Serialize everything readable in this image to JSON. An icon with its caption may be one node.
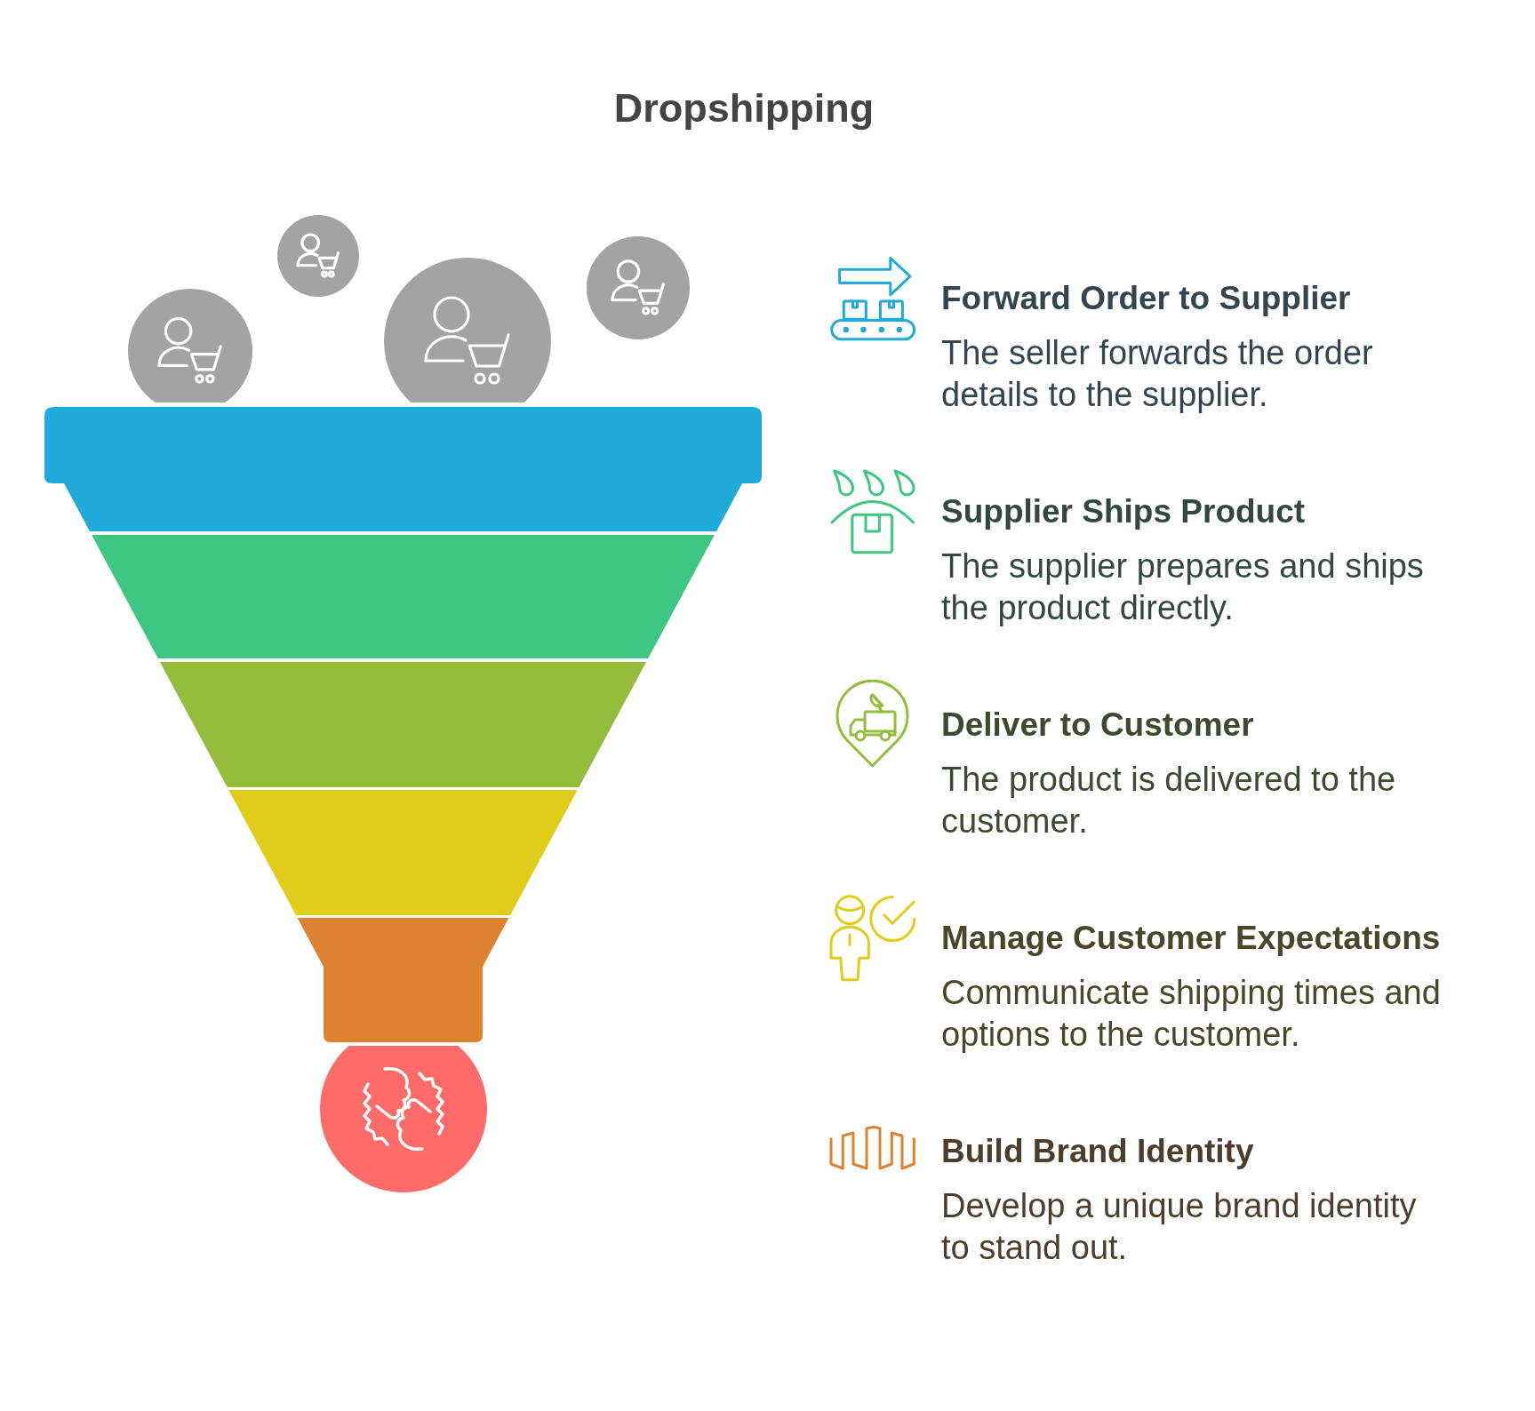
{
  "diagram": {
    "title": "Dropshipping",
    "labels": [
      "Forward Order to Supplier",
      "The seller forwards the order details to the supplier.",
      "Supplier Ships Product",
      "The supplier prepares and ships the product directly.",
      "Deliver to Customer",
      "The product is delivered to the customer.",
      "Manage Customer Expectations",
      "Communicate shipping times and options to the customer.",
      "Build Brand Identity",
      "Develop a unique brand identity to stand out."
    ]
  }
}
